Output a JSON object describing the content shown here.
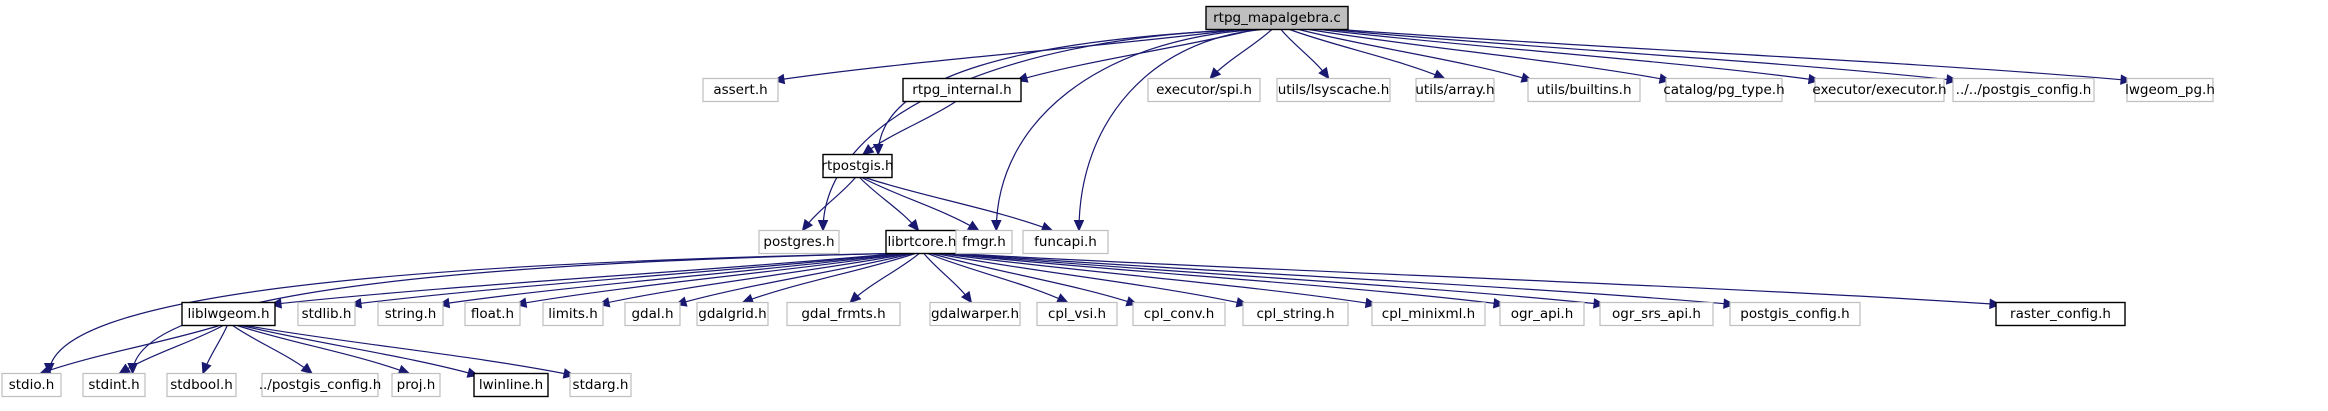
{
  "title": "rtpg_mapalgebra.c include dependency graph",
  "colors": {
    "edge": "#191970",
    "root_fill": "#bfbfbf",
    "documented_border": "#000000",
    "external_border": "#bfbfbf"
  },
  "nodes": [
    {
      "id": "root",
      "label": "rtpg_mapalgebra.c",
      "kind": "root"
    },
    {
      "id": "assert",
      "label": "assert.h",
      "kind": "external"
    },
    {
      "id": "rtpg_internal",
      "label": "rtpg_internal.h",
      "kind": "documented"
    },
    {
      "id": "executor_spi",
      "label": "executor/spi.h",
      "kind": "external"
    },
    {
      "id": "lsyscache",
      "label": "utils/lsyscache.h",
      "kind": "external"
    },
    {
      "id": "array",
      "label": "utils/array.h",
      "kind": "external"
    },
    {
      "id": "builtins",
      "label": "utils/builtins.h",
      "kind": "external"
    },
    {
      "id": "pg_type",
      "label": "catalog/pg_type.h",
      "kind": "external"
    },
    {
      "id": "executor",
      "label": "executor/executor.h",
      "kind": "external"
    },
    {
      "id": "pgconfig2",
      "label": "../../postgis_config.h",
      "kind": "external"
    },
    {
      "id": "lwgeom_pg",
      "label": "lwgeom_pg.h",
      "kind": "external"
    },
    {
      "id": "rtpostgis",
      "label": "rtpostgis.h",
      "kind": "documented"
    },
    {
      "id": "postgres",
      "label": "postgres.h",
      "kind": "external"
    },
    {
      "id": "librtcore",
      "label": "librtcore.h",
      "kind": "documented"
    },
    {
      "id": "fmgr",
      "label": "fmgr.h",
      "kind": "external"
    },
    {
      "id": "funcapi",
      "label": "funcapi.h",
      "kind": "external"
    },
    {
      "id": "liblwgeom",
      "label": "liblwgeom.h",
      "kind": "documented"
    },
    {
      "id": "stdlib",
      "label": "stdlib.h",
      "kind": "external"
    },
    {
      "id": "string",
      "label": "string.h",
      "kind": "external"
    },
    {
      "id": "float",
      "label": "float.h",
      "kind": "external"
    },
    {
      "id": "limits",
      "label": "limits.h",
      "kind": "external"
    },
    {
      "id": "gdal",
      "label": "gdal.h",
      "kind": "external"
    },
    {
      "id": "gdalgrid",
      "label": "gdalgrid.h",
      "kind": "external"
    },
    {
      "id": "gdal_frmts",
      "label": "gdal_frmts.h",
      "kind": "external"
    },
    {
      "id": "gdalwarper",
      "label": "gdalwarper.h",
      "kind": "external"
    },
    {
      "id": "cpl_vsi",
      "label": "cpl_vsi.h",
      "kind": "external"
    },
    {
      "id": "cpl_conv",
      "label": "cpl_conv.h",
      "kind": "external"
    },
    {
      "id": "cpl_string",
      "label": "cpl_string.h",
      "kind": "external"
    },
    {
      "id": "cpl_minixml",
      "label": "cpl_minixml.h",
      "kind": "external"
    },
    {
      "id": "ogr_api",
      "label": "ogr_api.h",
      "kind": "external"
    },
    {
      "id": "ogr_srs_api",
      "label": "ogr_srs_api.h",
      "kind": "external"
    },
    {
      "id": "postgis_config",
      "label": "postgis_config.h",
      "kind": "external"
    },
    {
      "id": "raster_config",
      "label": "raster_config.h",
      "kind": "documented"
    },
    {
      "id": "stdio",
      "label": "stdio.h",
      "kind": "external"
    },
    {
      "id": "stdint",
      "label": "stdint.h",
      "kind": "external"
    },
    {
      "id": "stdbool",
      "label": "stdbool.h",
      "kind": "external"
    },
    {
      "id": "pgconfig1",
      "label": "../postgis_config.h",
      "kind": "external"
    },
    {
      "id": "proj",
      "label": "proj.h",
      "kind": "external"
    },
    {
      "id": "lwinline",
      "label": "lwinline.h",
      "kind": "documented"
    },
    {
      "id": "stdarg",
      "label": "stdarg.h",
      "kind": "external"
    }
  ],
  "edges": [
    [
      "root",
      "assert"
    ],
    [
      "root",
      "rtpg_internal"
    ],
    [
      "root",
      "executor_spi"
    ],
    [
      "root",
      "lsyscache"
    ],
    [
      "root",
      "array"
    ],
    [
      "root",
      "builtins"
    ],
    [
      "root",
      "pg_type"
    ],
    [
      "root",
      "executor"
    ],
    [
      "root",
      "pgconfig2"
    ],
    [
      "root",
      "lwgeom_pg"
    ],
    [
      "root",
      "rtpostgis"
    ],
    [
      "root",
      "postgres"
    ],
    [
      "root",
      "fmgr"
    ],
    [
      "root",
      "funcapi"
    ],
    [
      "rtpg_internal",
      "rtpostgis"
    ],
    [
      "rtpostgis",
      "postgres"
    ],
    [
      "rtpostgis",
      "librtcore"
    ],
    [
      "rtpostgis",
      "fmgr"
    ],
    [
      "rtpostgis",
      "funcapi"
    ],
    [
      "librtcore",
      "liblwgeom"
    ],
    [
      "librtcore",
      "stdlib"
    ],
    [
      "librtcore",
      "string"
    ],
    [
      "librtcore",
      "float"
    ],
    [
      "librtcore",
      "limits"
    ],
    [
      "librtcore",
      "gdal"
    ],
    [
      "librtcore",
      "gdalgrid"
    ],
    [
      "librtcore",
      "gdal_frmts"
    ],
    [
      "librtcore",
      "gdalwarper"
    ],
    [
      "librtcore",
      "cpl_vsi"
    ],
    [
      "librtcore",
      "cpl_conv"
    ],
    [
      "librtcore",
      "cpl_string"
    ],
    [
      "librtcore",
      "cpl_minixml"
    ],
    [
      "librtcore",
      "ogr_api"
    ],
    [
      "librtcore",
      "ogr_srs_api"
    ],
    [
      "librtcore",
      "postgis_config"
    ],
    [
      "librtcore",
      "raster_config"
    ],
    [
      "librtcore",
      "stdio"
    ],
    [
      "librtcore",
      "stdint"
    ],
    [
      "liblwgeom",
      "stdio"
    ],
    [
      "liblwgeom",
      "stdint"
    ],
    [
      "liblwgeom",
      "stdbool"
    ],
    [
      "liblwgeom",
      "pgconfig1"
    ],
    [
      "liblwgeom",
      "proj"
    ],
    [
      "liblwgeom",
      "lwinline"
    ],
    [
      "liblwgeom",
      "stdarg"
    ]
  ]
}
